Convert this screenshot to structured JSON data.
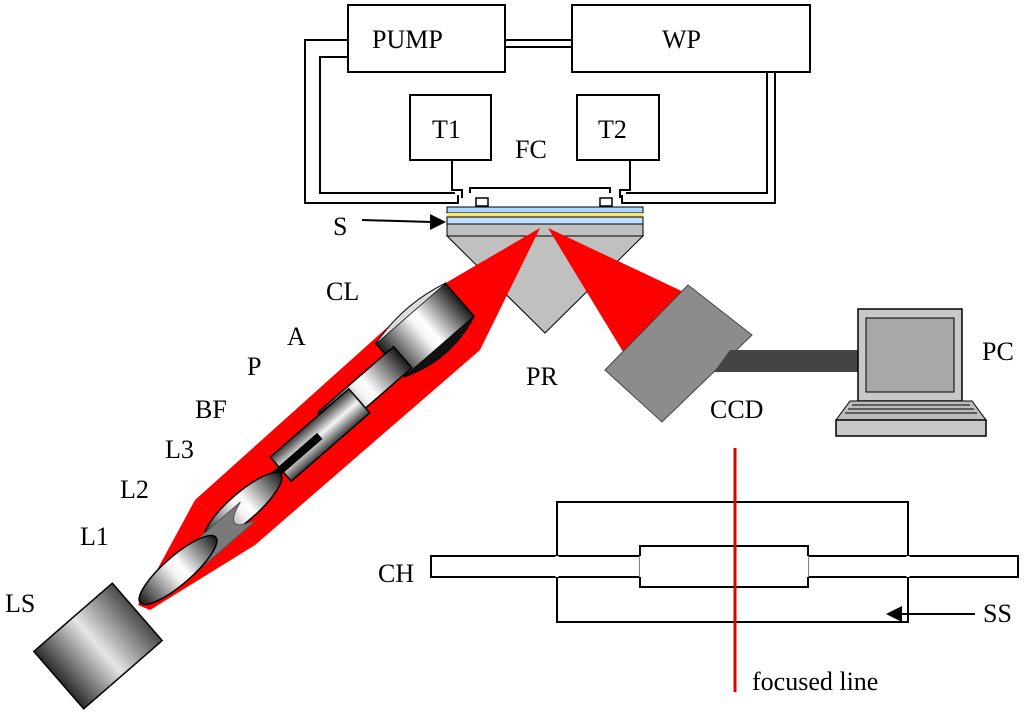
{
  "labels": {
    "pump": "PUMP",
    "wp": "WP",
    "t1": "T1",
    "t2": "T2",
    "fc": "FC",
    "s": "S",
    "cl": "CL",
    "a": "A",
    "p": "P",
    "bf": "BF",
    "l3": "L3",
    "l2": "L2",
    "l1": "L1",
    "ls": "LS",
    "pr": "PR",
    "ccd": "CCD",
    "pc": "PC",
    "ch": "CH",
    "ss": "SS",
    "focused_line": "focused line"
  },
  "colors": {
    "beam": "#ff0000",
    "prism": "#c0c0c0",
    "ccd": "#8c8c8c",
    "focused_line": "#e00000"
  }
}
